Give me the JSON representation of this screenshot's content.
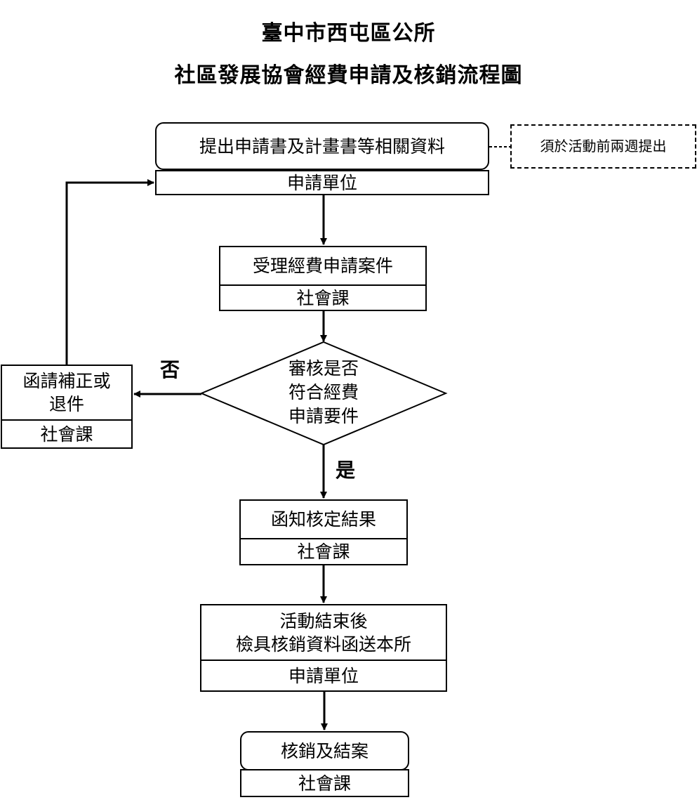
{
  "title": {
    "line1": "臺中市西屯區公所",
    "line2": "社區發展協會經費申請及核銷流程圖"
  },
  "steps": [
    {
      "id": "submit",
      "text": "提出申請書及計畫書等相關資料",
      "owner": "申請單位"
    },
    {
      "id": "receive",
      "text": "受理經費申請案件",
      "owner": "社會課"
    },
    {
      "id": "review",
      "text": "審核是否\n符合經費\n申請要件"
    },
    {
      "id": "correct",
      "text": "函請補正或\n退件",
      "owner": "社會課"
    },
    {
      "id": "notify",
      "text": "函知核定結果",
      "owner": "社會課"
    },
    {
      "id": "reimburse",
      "text": "活動結束後\n檢具核銷資料函送本所",
      "owner": "申請單位"
    },
    {
      "id": "close",
      "text": "核銷及結案",
      "owner": "社會課"
    }
  ],
  "note": "須於活動前兩週提出",
  "branches": {
    "no": "否",
    "yes": "是"
  }
}
